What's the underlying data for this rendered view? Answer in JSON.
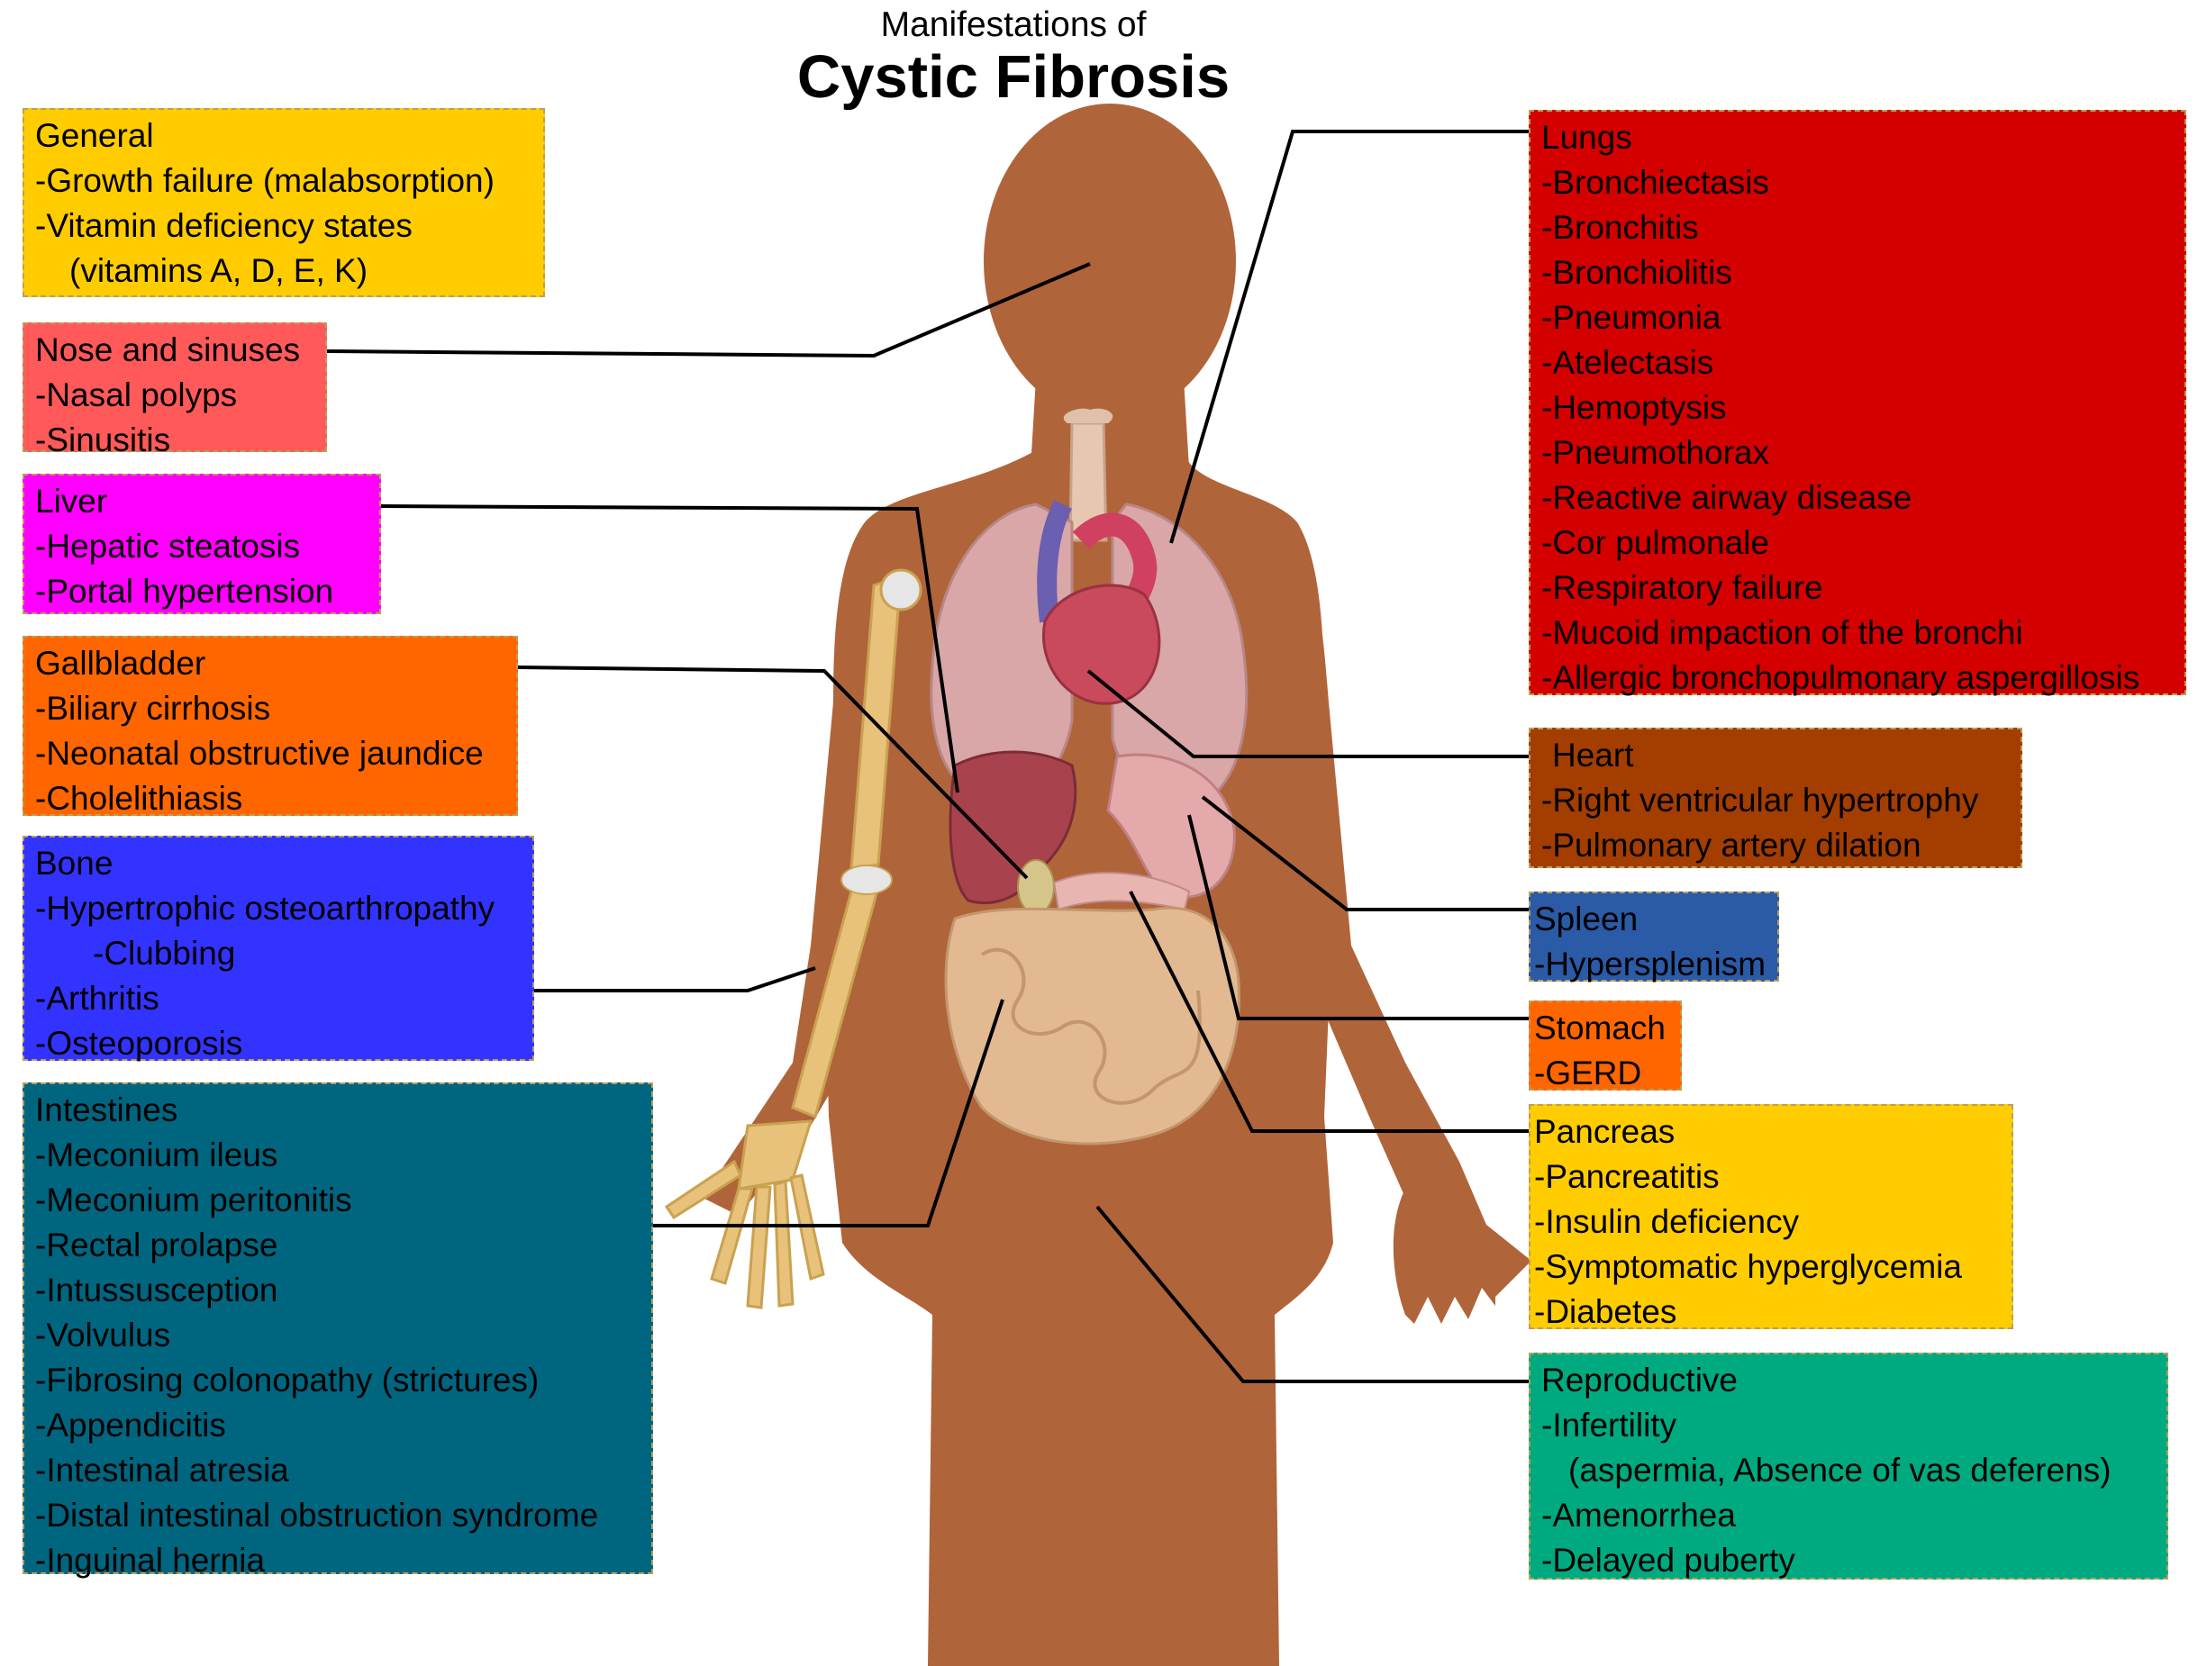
{
  "title": {
    "line1": "Manifestations of",
    "line2": "Cystic Fibrosis"
  },
  "colors": {
    "body": "#b0643a",
    "general": "#ffcc00",
    "nose": "#ff5959",
    "liver": "#ff00ff",
    "gallbladder": "#ff6600",
    "bone": "#3333ff",
    "intestines": "#006680",
    "lungs": "#d40000",
    "heart": "#a33d00",
    "spleen": "#2b5aa6",
    "stomach": "#ff6600",
    "pancreas": "#ffcc00",
    "reproductive": "#00aa80"
  },
  "boxes": {
    "general": {
      "heading": "General",
      "items": [
        "-Growth failure (malabsorption)",
        "-Vitamin deficiency states",
        "(vitamins A, D, E, K)"
      ]
    },
    "nose": {
      "heading": "Nose and sinuses",
      "items": [
        "-Nasal polyps",
        "-Sinusitis"
      ]
    },
    "liver": {
      "heading": "Liver",
      "items": [
        "-Hepatic steatosis",
        "-Portal hypertension"
      ]
    },
    "gallbladder": {
      "heading": "Gallbladder",
      "items": [
        "-Biliary cirrhosis",
        "-Neonatal obstructive jaundice",
        "-Cholelithiasis"
      ]
    },
    "bone": {
      "heading": "Bone",
      "items": [
        "-Hypertrophic osteoarthropathy",
        "-Clubbing",
        "-Arthritis",
        "-Osteoporosis"
      ]
    },
    "intestines": {
      "heading": "Intestines",
      "items": [
        "-Meconium ileus",
        "-Meconium peritonitis",
        "-Rectal prolapse",
        "-Intussusception",
        "-Volvulus",
        "-Fibrosing colonopathy (strictures)",
        "-Appendicitis",
        "-Intestinal atresia",
        "-Distal intestinal obstruction syndrome",
        "-Inguinal hernia"
      ]
    },
    "lungs": {
      "heading": "Lungs",
      "items": [
        "-Bronchiectasis",
        "-Bronchitis",
        "-Bronchiolitis",
        "-Pneumonia",
        "-Atelectasis",
        "-Hemoptysis",
        "-Pneumothorax",
        "-Reactive airway disease",
        "-Cor pulmonale",
        "-Respiratory failure",
        "-Mucoid impaction of the bronchi",
        "-Allergic bronchopulmonary aspergillosis"
      ]
    },
    "heart": {
      "heading": "Heart",
      "items": [
        "-Right ventricular hypertrophy",
        "-Pulmonary artery dilation"
      ]
    },
    "spleen": {
      "heading": "Spleen",
      "items": [
        "-Hypersplenism"
      ]
    },
    "stomach": {
      "heading": "Stomach",
      "items": [
        "-GERD"
      ]
    },
    "pancreas": {
      "heading": "Pancreas",
      "items": [
        "-Pancreatitis",
        "-Insulin deficiency",
        "-Symptomatic hyperglycemia",
        "-Diabetes"
      ]
    },
    "reproductive": {
      "heading": "Reproductive",
      "items": [
        "-Infertility",
        "(aspermia, Absence of vas deferens)",
        "-Amenorrhea",
        "-Delayed puberty"
      ]
    }
  }
}
